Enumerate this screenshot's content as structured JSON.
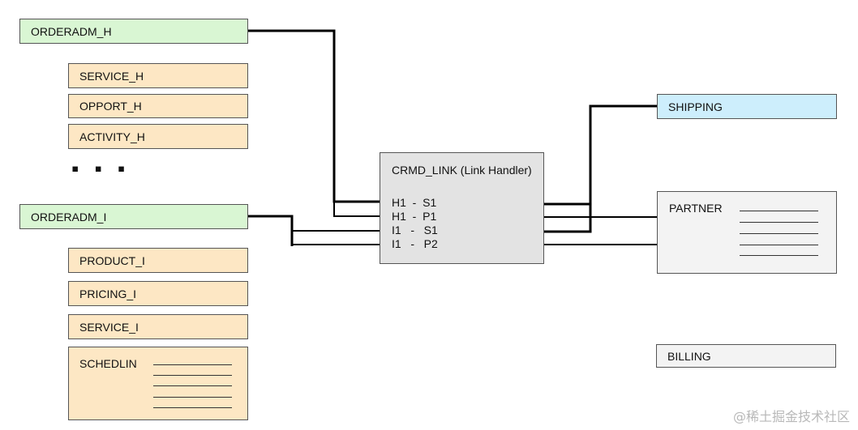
{
  "left_boxes": {
    "orderadm_h": "ORDERADM_H",
    "service_h": "SERVICE_H",
    "opport_h": "OPPORT_H",
    "activity_h": "ACTIVITY_H",
    "ellipsis": "▪ ▪ ▪",
    "orderadm_i": "ORDERADM_I",
    "product_i": "PRODUCT_I",
    "pricing_i": "PRICING_I",
    "service_i": "SERVICE_I",
    "schedlin": "SCHEDLIN"
  },
  "link_handler": {
    "title": "CRMD_LINK (Link Handler)",
    "rows": [
      "H1  -  S1",
      "H1  -  P1",
      "I1   -   S1",
      "I1   -   P2"
    ]
  },
  "right_boxes": {
    "shipping": "SHIPPING",
    "partner": "PARTNER",
    "billing": "BILLING"
  },
  "watermark": "@稀土掘金技术社区",
  "colors": {
    "header_green": "#d9f6d3",
    "set_tan": "#fde7c4",
    "shipping_blue": "#cdeefc",
    "handler_grey": "#e3e3e3"
  }
}
